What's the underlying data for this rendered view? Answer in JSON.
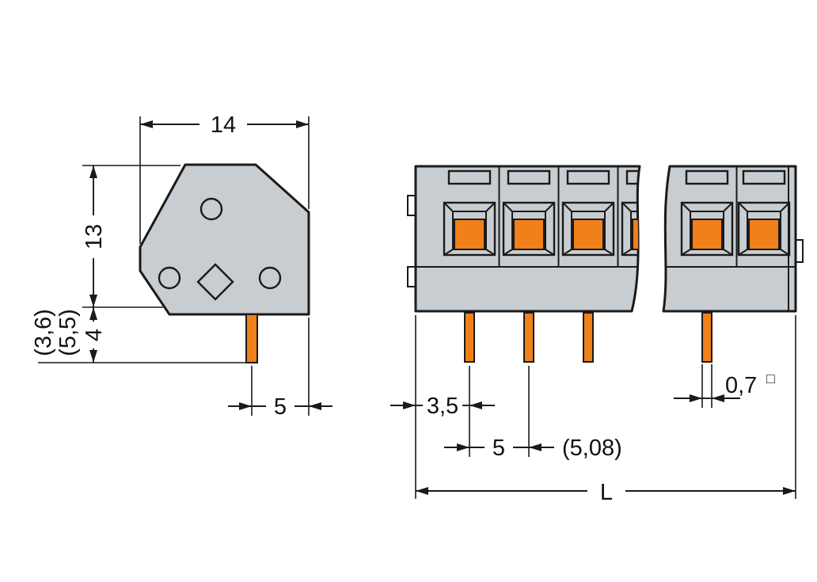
{
  "colors": {
    "body_gray": "#c7cdd1",
    "pin_orange": "#f08019",
    "line_black": "#1a1a1a",
    "background": "#ffffff"
  },
  "side_view": {
    "width": "14",
    "height": "13",
    "pin_length": "4",
    "pin_length_alt_a": "(3,6)",
    "pin_length_alt_b": "(5,5)",
    "pin_to_edge": "5"
  },
  "front_view": {
    "edge_to_first_pin": "3,5",
    "pin_pitch": "5",
    "pin_pitch_alt": "(5,08)",
    "pin_cross_section": "0,7",
    "pin_cross_section_symbol": "□",
    "overall_length": "L"
  }
}
